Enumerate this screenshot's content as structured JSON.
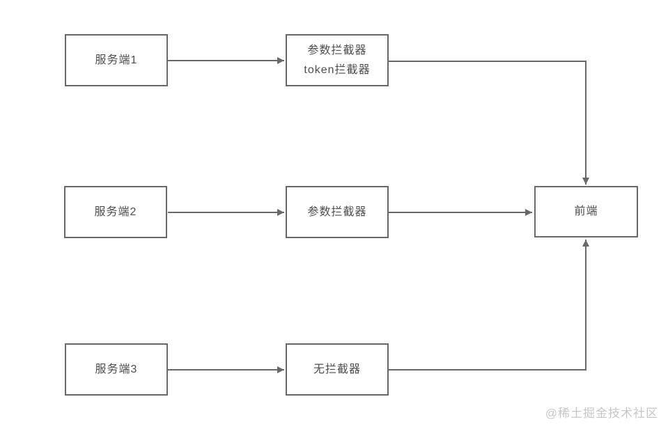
{
  "diagram": {
    "colors": {
      "stroke": "#686868",
      "text": "#4d4d4d",
      "watermark": "#c6c6c6",
      "background": "#ffffff"
    },
    "nodes": {
      "server1": {
        "label": "服务端1"
      },
      "interceptor_token": {
        "line1": "参数拦截器",
        "line2": "token拦截器"
      },
      "server2": {
        "label": "服务端2"
      },
      "interceptor_param": {
        "label": "参数拦截器"
      },
      "frontend": {
        "label": "前端"
      },
      "server3": {
        "label": "服务端3"
      },
      "no_interceptor": {
        "label": "无拦截器"
      }
    },
    "edges": [
      {
        "from": "server1",
        "to": "interceptor_token"
      },
      {
        "from": "interceptor_token",
        "to": "frontend"
      },
      {
        "from": "server2",
        "to": "interceptor_param"
      },
      {
        "from": "interceptor_param",
        "to": "frontend"
      },
      {
        "from": "server3",
        "to": "no_interceptor"
      },
      {
        "from": "no_interceptor",
        "to": "frontend"
      }
    ],
    "watermark": "@稀土掘金技术社区"
  }
}
